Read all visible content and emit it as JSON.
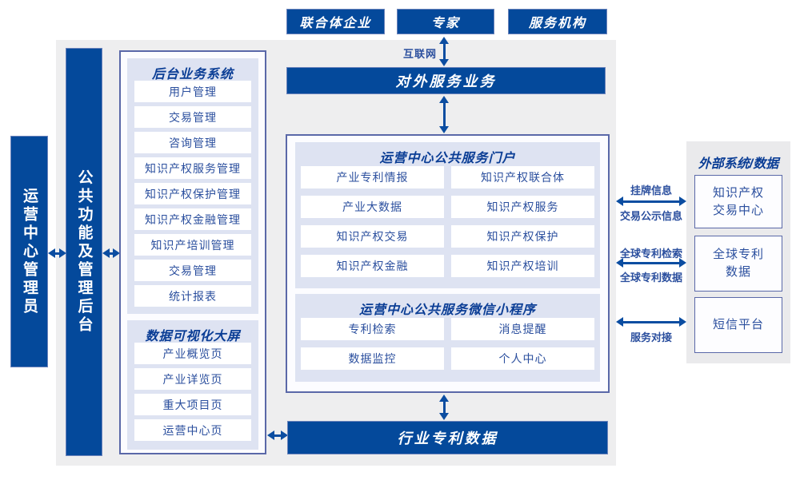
{
  "colors": {
    "dark_blue": "#04499b",
    "arrow_blue": "#0b4da1",
    "lavender_panel": "#dee3f2",
    "panel_border": "#5a68a8",
    "item_text_blue": "#2b4f9e",
    "title_blue": "#0a3d95",
    "background_gray": "#eeeeef"
  },
  "top_actors": {
    "items": [
      "联合体企业",
      "专家",
      "服务机构"
    ]
  },
  "internet": {
    "label": "互联网"
  },
  "external_service_bar": {
    "label": "对外服务业务"
  },
  "left_rail": {
    "admin": "运营中心管理员",
    "backend": "公共功能及管理后台"
  },
  "backoffice": {
    "title": "后台业务系统",
    "items": [
      "用户管理",
      "交易管理",
      "咨询管理",
      "知识产权服务管理",
      "知识产权保护管理",
      "知识产权金融管理",
      "知识产培训管理",
      "交易管理",
      "统计报表"
    ]
  },
  "dashboard": {
    "title": "数据可视化大屏",
    "items": [
      "产业概览页",
      "产业详览页",
      "重大项目页",
      "运营中心页"
    ]
  },
  "portal": {
    "title": "运营中心公共服务门户",
    "items": [
      "产业专利情报",
      "知识产权联合体",
      "产业大数据",
      "知识产权服务",
      "知识产权交易",
      "知识产权保护",
      "知识产权金融",
      "知识产权培训"
    ]
  },
  "miniapp": {
    "title": "运营中心公共服务微信小程序",
    "items": [
      "专利检索",
      "消息提醒",
      "数据监控",
      "个人中心"
    ]
  },
  "industry_bar": {
    "label": "行业专利数据"
  },
  "external": {
    "title": "外部系统/数据",
    "boxes": [
      {
        "line1": "知识产权",
        "line2": "交易中心"
      },
      {
        "line1": "全球专利",
        "line2": "数据"
      },
      {
        "line1": "短信平台",
        "line2": ""
      }
    ],
    "links": [
      {
        "top": "挂牌信息",
        "bottom": "交易公示信息"
      },
      {
        "top": "全球专利检索",
        "bottom": "全球专利数据"
      },
      {
        "top": "",
        "bottom": "服务对接"
      }
    ]
  }
}
